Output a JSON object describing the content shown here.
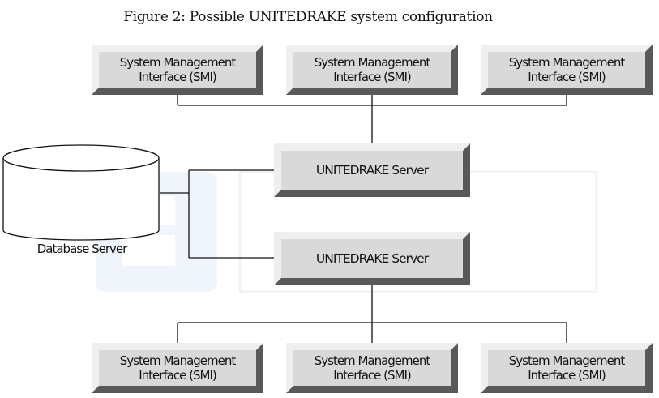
{
  "caption": "Figure 2: Possible UNITEDRAKE system configuration",
  "top_smi": [
    {
      "line1": "System Management",
      "line2": "Interface (SMI)"
    },
    {
      "line1": "System Management",
      "line2": "Interface (SMI)"
    },
    {
      "line1": "System Management",
      "line2": "Interface (SMI)"
    }
  ],
  "servers": [
    {
      "label": "UNITEDRAKE Server"
    },
    {
      "label": "UNITEDRAKE Server"
    }
  ],
  "database": {
    "label": "Database Server"
  },
  "bottom_smi": [
    {
      "line1": "System Management",
      "line2": "Interface (SMI)"
    },
    {
      "line1": "System Management",
      "line2": "Interface (SMI)"
    },
    {
      "line1": "System Management",
      "line2": "Interface (SMI)"
    }
  ],
  "colors": {
    "box_fill": "#d9d9d9",
    "bevel_light": "#efefef",
    "bevel_dark": "#595959",
    "line": "#111111",
    "watermark": "#cfdff0"
  }
}
